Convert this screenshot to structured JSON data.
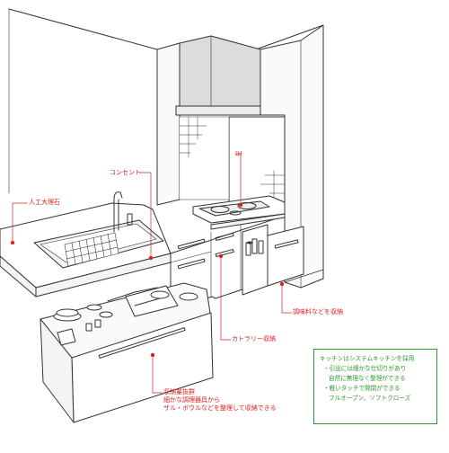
{
  "labels": {
    "concent": "コンセント",
    "ih": "IH",
    "countertop": "人工大理石",
    "seasoning_storage": "調味料などを収納",
    "cutlery_storage": "カトラリー収納",
    "storage_line1": "収納量抜群",
    "storage_line2": "細かな調理器具から",
    "storage_line3": "ザル・ボウルなどを整理して収納できる"
  },
  "info_box": {
    "lines": [
      "キッチンはシステムキッチンを採用",
      "・引出には細かな仕切りがあり",
      "自然に無理なく整理ができる",
      "・軽いタッチで開閉ができる",
      "フルオープン、ソフトクローズ"
    ]
  },
  "colors": {
    "callout": "#e02020",
    "info": "#2e9a2e",
    "hood": "#dcdcdc",
    "line": "#333333"
  }
}
